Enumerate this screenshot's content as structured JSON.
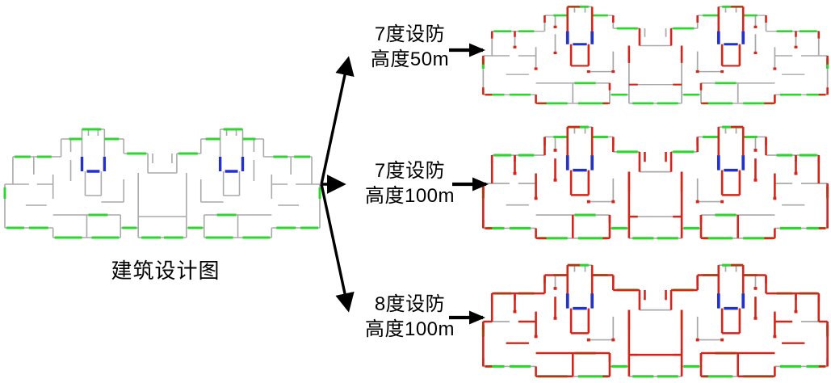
{
  "caption": "建筑设计图",
  "branches": [
    {
      "line1": "7度设防",
      "line2": "高度50m"
    },
    {
      "line1": "7度设防",
      "line2": "高度100m"
    },
    {
      "line1": "8度设防",
      "line2": "高度100m"
    }
  ],
  "colors": {
    "wall": "#a9a9a9",
    "green": "#2fd42f",
    "blue": "#2431c8",
    "red": "#d3251a",
    "arrow": "#000000",
    "background": "#ffffff"
  }
}
